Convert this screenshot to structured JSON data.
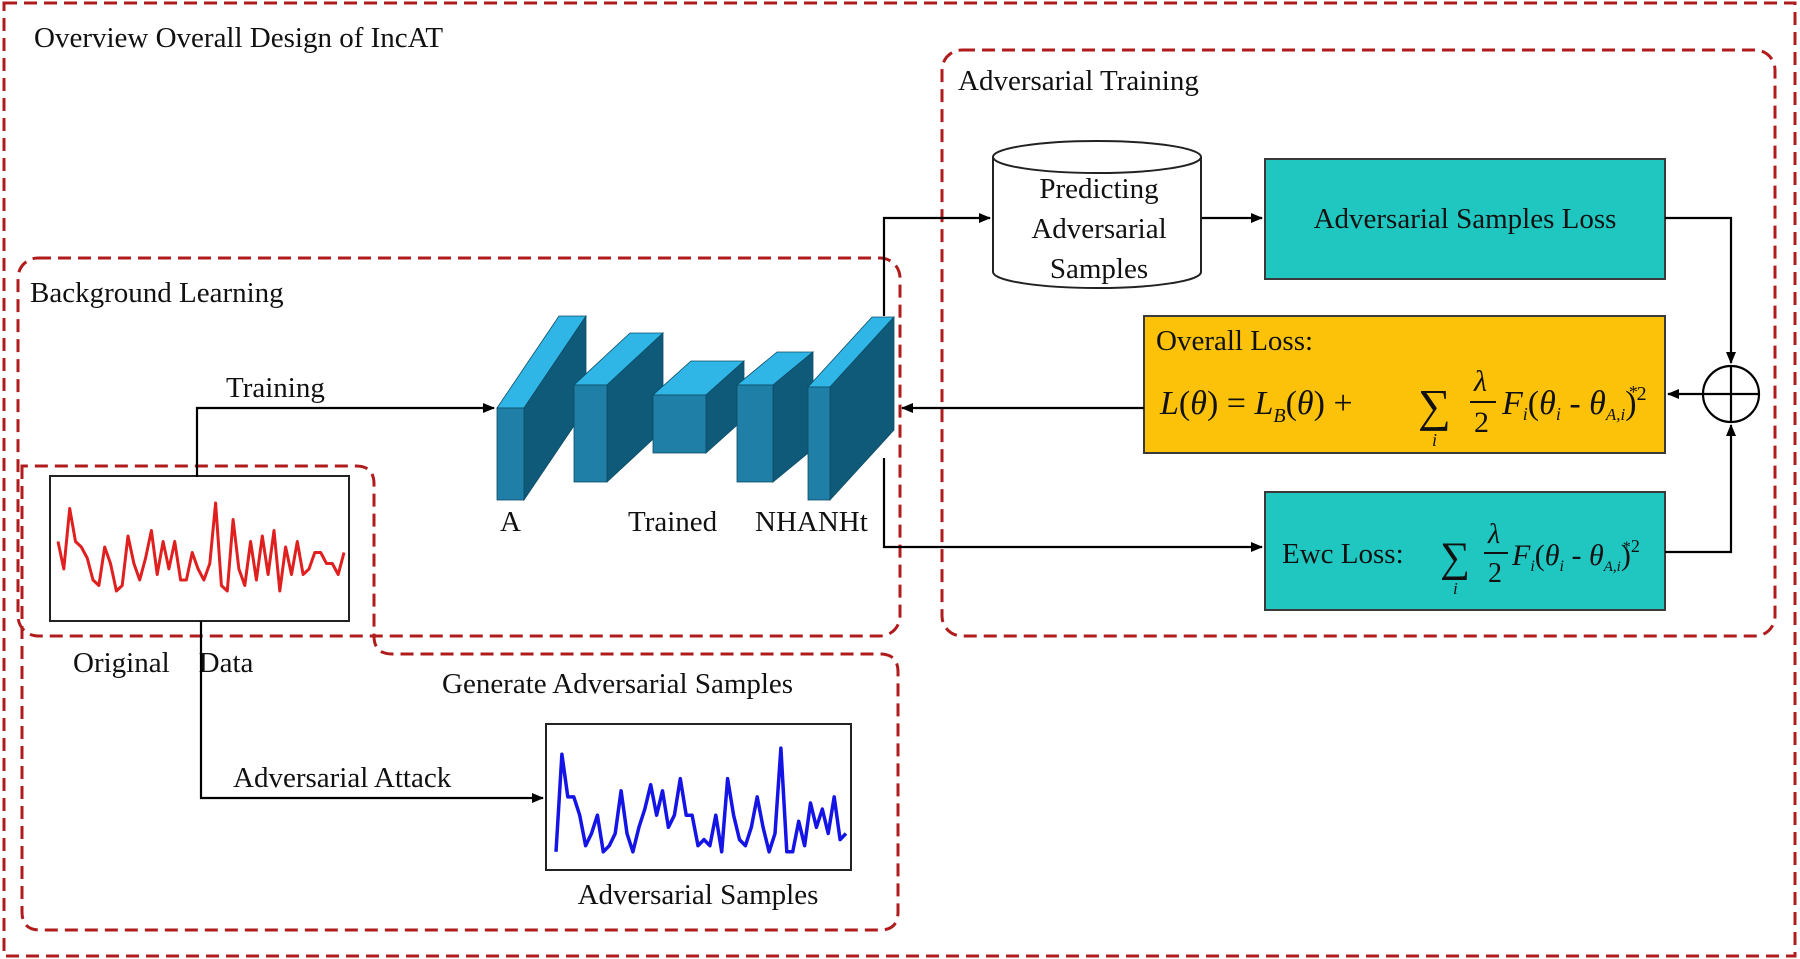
{
  "title": "Overview Overall Design of IncAT",
  "regions": {
    "background_learning": "Background   Learning",
    "adversarial_training": "Adversarial  Training",
    "generate_adversarial": "Generate  Adversarial  Samples"
  },
  "labels": {
    "training": "Training",
    "adversarial_attack": "Adversarial Attack",
    "original_data": "Original    Data",
    "adversarial_samples": "Adversarial Samples",
    "cnn_a": "A",
    "cnn_trained": "Trained",
    "cnn_nhanht": "NHANHt"
  },
  "database": {
    "line1": "Predicting",
    "line2": "Adversarial",
    "line3": "Samples"
  },
  "boxes": {
    "adv_loss": "Adversarial Samples Loss",
    "overall_loss_title": "Overall Loss:",
    "overall_formula": "L(θ) = L_B(θ) + Σ_i (λ/2) F_i (θ_i - θ*_A,i)^2",
    "ewc_loss_prefix": "Ewc Loss:",
    "ewc_formula": "Σ_i (λ/2) F_i (θ_i - θ*_A,i)^2"
  },
  "colors": {
    "frame": "#b01c1c",
    "teal": "#20c6c0",
    "gold": "#fcc20a",
    "cnn_front": "#1f7fa6",
    "cnn_top": "#2fb6e6",
    "cnn_side": "#0f5a78",
    "original_signal": "#e01f1f",
    "adversarial_signal": "#1414e6"
  },
  "series": {
    "original": [
      0.55,
      0.3,
      0.85,
      0.55,
      0.5,
      0.4,
      0.2,
      0.15,
      0.5,
      0.35,
      0.1,
      0.15,
      0.6,
      0.35,
      0.2,
      0.4,
      0.65,
      0.25,
      0.55,
      0.3,
      0.55,
      0.2,
      0.2,
      0.45,
      0.3,
      0.2,
      0.35,
      0.9,
      0.15,
      0.1,
      0.75,
      0.3,
      0.15,
      0.55,
      0.2,
      0.6,
      0.25,
      0.65,
      0.1,
      0.5,
      0.25,
      0.55,
      0.25,
      0.3,
      0.45,
      0.45,
      0.35,
      0.35,
      0.25,
      0.45
    ],
    "adversarial": [
      0.1,
      0.9,
      0.55,
      0.55,
      0.4,
      0.15,
      0.25,
      0.4,
      0.1,
      0.15,
      0.25,
      0.6,
      0.25,
      0.1,
      0.3,
      0.45,
      0.65,
      0.4,
      0.6,
      0.3,
      0.4,
      0.7,
      0.4,
      0.4,
      0.15,
      0.2,
      0.15,
      0.4,
      0.1,
      0.7,
      0.4,
      0.2,
      0.15,
      0.3,
      0.55,
      0.3,
      0.1,
      0.25,
      0.95,
      0.1,
      0.1,
      0.35,
      0.15,
      0.5,
      0.3,
      0.45,
      0.25,
      0.55,
      0.2,
      0.25
    ]
  }
}
